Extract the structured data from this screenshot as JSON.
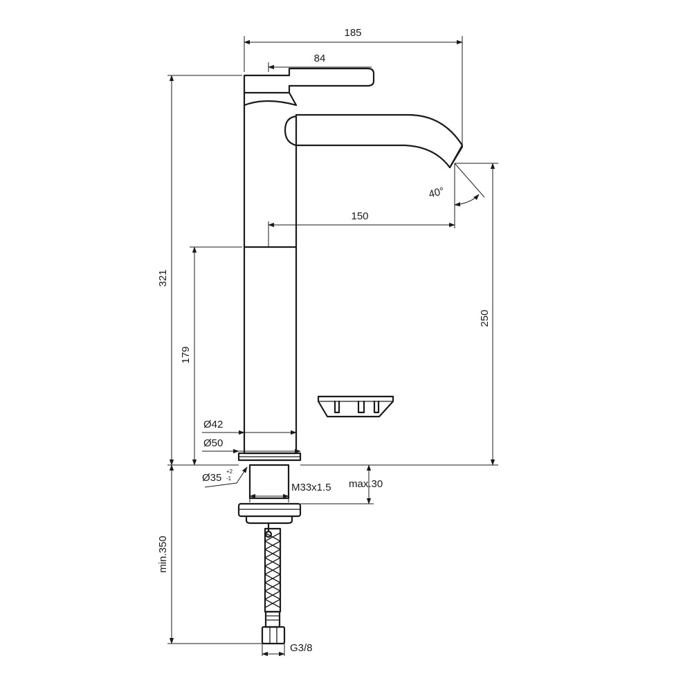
{
  "dimensions": {
    "total_width": "185",
    "lever_length": "84",
    "spout_reach": "150",
    "total_height": "321",
    "spout_height": "250",
    "body_height": "179",
    "body_diameter": "Ø42",
    "base_diameter": "Ø50",
    "hole_diameter": "Ø35",
    "hole_tol_upper": "+2",
    "hole_tol_lower": "-1",
    "thread": "M33x1.5",
    "max_deck": "max.30",
    "min_hose": "min.350",
    "connection": "G3/8",
    "spout_angle": "40°"
  }
}
